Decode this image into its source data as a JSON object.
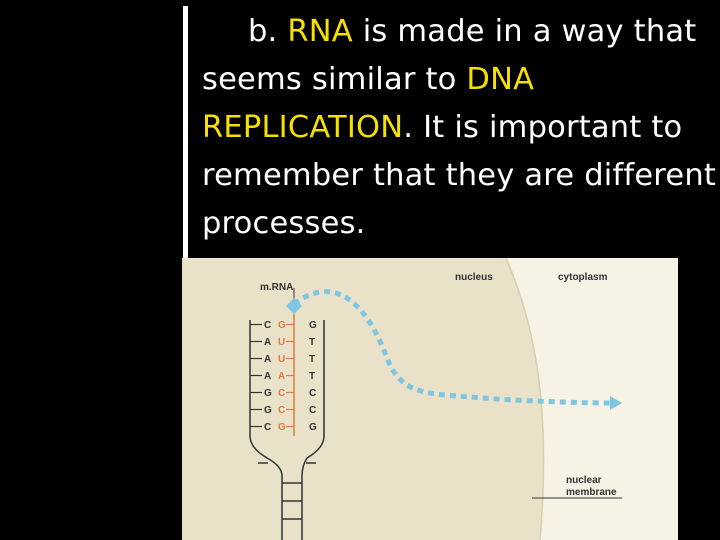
{
  "slide": {
    "text": {
      "prefix": "b. ",
      "hl1": "RNA",
      "mid1": " is made in a way that seems similar to ",
      "hl2": "DNA REPLICATION",
      "rest": ". It is important to remember that they are different processes."
    },
    "highlight_color": "#f5e000"
  },
  "diagram": {
    "labels": {
      "mrna": "m.RNA",
      "nucleus": "nucleus",
      "cytoplasm": "cytoplasm",
      "nuclear_membrane_1": "nuclear",
      "nuclear_membrane_2": "membrane"
    },
    "template_strand": [
      "C",
      "A",
      "A",
      "A",
      "G",
      "G",
      "C"
    ],
    "rna_strand": [
      "G",
      "U",
      "U",
      "A",
      "C",
      "C",
      "G"
    ],
    "complement_strand": [
      "G",
      "T",
      "T",
      "T",
      "C",
      "C",
      "G"
    ],
    "colors": {
      "nucleus_fill": "#e9e2c8",
      "cytoplasm_fill": "#f6f2e4",
      "rna_color": "#e07a40",
      "arrow_color": "#7fc6e2",
      "dna_color": "#333333"
    }
  }
}
